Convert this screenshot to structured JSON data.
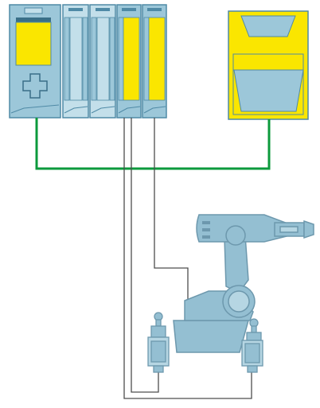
{
  "colors": {
    "module_blue": "#9cc7d9",
    "module_blue_light": "#c3dfea",
    "module_edge": "#4f8aa6",
    "module_dark": "#3a6f88",
    "safety_yellow": "#fae600",
    "network_green": "#0c9a3c",
    "wire": "#4d4d4d",
    "robot_blue": "#94bfd2",
    "robot_edge": "#6d98ad",
    "background": "#ffffff"
  },
  "components": {
    "plc": {
      "name": "cpu-with-io-modules",
      "io_modules": 4,
      "safety_modules": 2
    },
    "hmi_device": {
      "name": "yellow-safety-panel"
    },
    "robot": {
      "name": "industrial-robot-arm"
    },
    "sensors": [
      {
        "name": "position-switch-left"
      },
      {
        "name": "position-switch-right"
      }
    ],
    "network": {
      "name": "profinet-bus"
    }
  }
}
